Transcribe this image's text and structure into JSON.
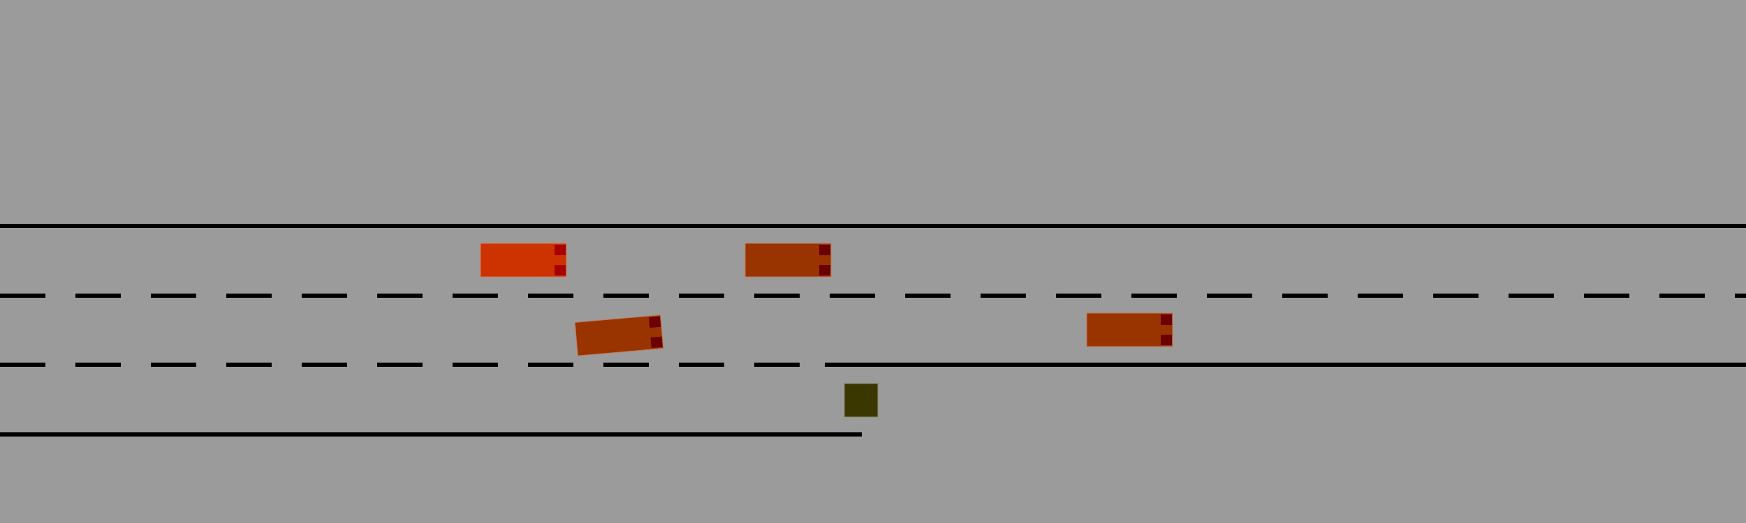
{
  "scene": {
    "background_color": "#9b9b9b",
    "line_color": "#000000",
    "roads": [
      {
        "kind": "highway",
        "lanes": 2
      },
      {
        "kind": "on-ramp / merge lane",
        "lanes": 1
      }
    ]
  },
  "vehicles": [
    {
      "name": "ego-car",
      "color": "#cc3300",
      "light_color": "#a80000",
      "heading_deg": 0
    },
    {
      "name": "car-2",
      "color": "#993300",
      "light_color": "#6b0000",
      "heading_deg": 0
    },
    {
      "name": "car-3",
      "color": "#993300",
      "light_color": "#6b0000",
      "heading_deg": -5
    },
    {
      "name": "car-4",
      "color": "#993300",
      "light_color": "#6b0000",
      "heading_deg": 0
    }
  ],
  "obstacle": {
    "name": "obstacle-block",
    "color": "#3a3800"
  }
}
